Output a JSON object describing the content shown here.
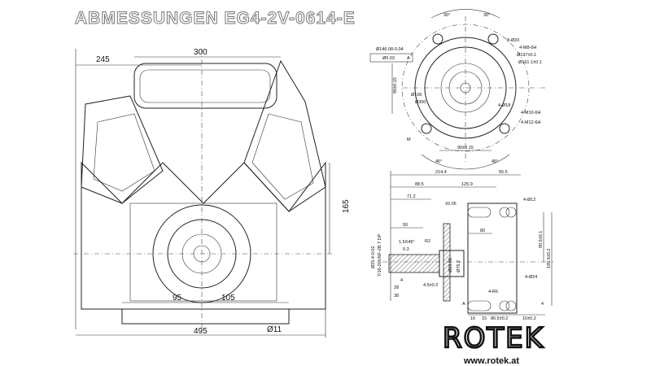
{
  "title": "ABMESSUNGEN EG4-2V-0614-E",
  "front_view": {
    "dims": {
      "width_top": "300",
      "left_offset": "245",
      "height_right": "165",
      "bolt_left": "95",
      "bolt_right": "105",
      "overall_width": "495",
      "hole_dia": "Ø11"
    }
  },
  "flange_view": {
    "angles": [
      "30°",
      "30°",
      "45°",
      "45°"
    ],
    "callouts": [
      "8-Ø20",
      "4-M8-6H",
      "Ø197±0.1",
      "Ø161.1±0.1",
      "4-M10-6H",
      "4-M12-6H",
      "4-Ø18"
    ],
    "left_labels": [
      "Ø146.08-0.04",
      "Ø0.03",
      "A",
      "Ø106",
      "Ø300",
      "90±0.15"
    ],
    "bottom_label": "90±0.15",
    "m_label": "M"
  },
  "shaft_view": {
    "top_dims": [
      "214.4",
      "55.5",
      "88.5",
      "125.9",
      "71.2",
      "±0.05",
      "50"
    ],
    "left_labels": [
      "Ø25.4-0.02",
      "7/16-20UNF-2B 7 DP",
      "1.5X45°",
      "0.3",
      "R2",
      "4",
      "28",
      "38",
      "4.5±0.2",
      "Ø28.58",
      "Ø76.2"
    ],
    "right_labels": [
      "4-Ø12",
      "80",
      "90.5±0.1",
      "195.5±0.2",
      "4-Ø24",
      "4-R6",
      "A",
      "4"
    ],
    "bottom_dims": [
      "16",
      "15",
      "86.5±0.2",
      "16±0.2"
    ]
  },
  "logo": {
    "brand": "ROTEK",
    "url": "www.rotek.at"
  }
}
